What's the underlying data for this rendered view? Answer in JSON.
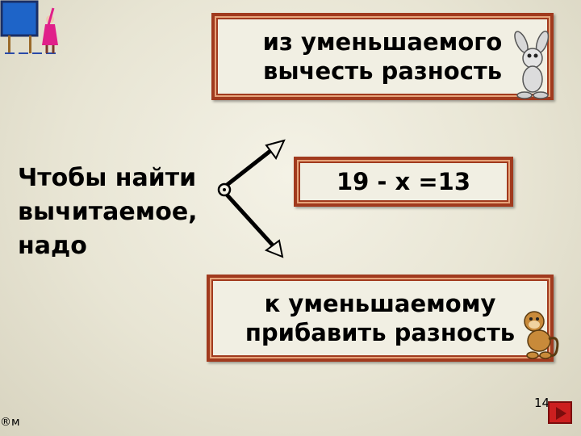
{
  "instruction": {
    "lines": [
      "Чтобы найти",
      "вычитаемое,",
      "надо"
    ]
  },
  "option_top": {
    "lines": [
      "из уменьшаемого",
      "вычесть разность"
    ]
  },
  "equation": "19 - х =13",
  "option_bottom": {
    "lines": [
      "к уменьшаемому",
      "прибавить разность"
    ]
  },
  "slide_number": "14",
  "copyright_mark": "®м",
  "icons": {
    "board": "teacher-at-board-icon",
    "rabbit": "rabbit-icon",
    "monkey": "monkey-icon",
    "next": "next-slide-icon"
  },
  "colors": {
    "frame": "#a13a1e",
    "frame_inner": "#e6a37a",
    "button": "#cc1f1f"
  }
}
